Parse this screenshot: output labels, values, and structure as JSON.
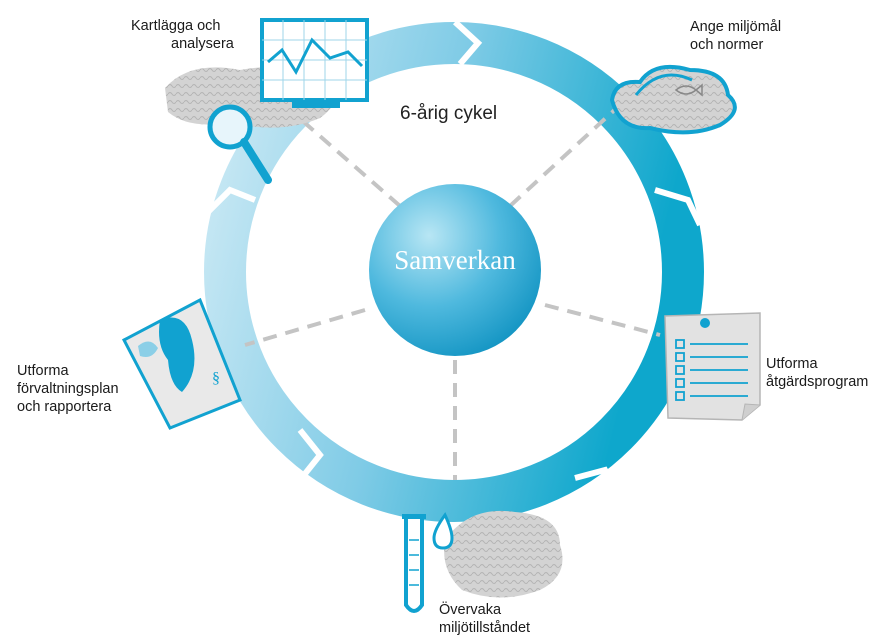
{
  "cycle_label": "6-årig cykel",
  "center_label": "Samverkan",
  "steps": [
    {
      "id": "survey",
      "lines": [
        "Kartlägga och",
        "analysera"
      ],
      "icon": "chart-monitor-icon"
    },
    {
      "id": "goals",
      "lines": [
        "Ange miljömål",
        "och normer"
      ],
      "icon": "fish-cloud-icon"
    },
    {
      "id": "program",
      "lines": [
        "Utforma",
        "åtgärdsprogram"
      ],
      "icon": "checklist-document-icon"
    },
    {
      "id": "monitor",
      "lines": [
        "Övervaka",
        "miljötillståndet"
      ],
      "icon": "test-tube-icon"
    },
    {
      "id": "plan",
      "lines": [
        "Utforma",
        "förvaltningsplan",
        "och rapportera"
      ],
      "icon": "map-icon"
    }
  ],
  "colors": {
    "ring_dark": "#0ea7cc",
    "ring_light": "#cdeaf5",
    "center_light": "#9bdcf0",
    "center_dark": "#1596c4",
    "dash": "#c4c4c4",
    "icon_stroke": "#11a2d0"
  }
}
